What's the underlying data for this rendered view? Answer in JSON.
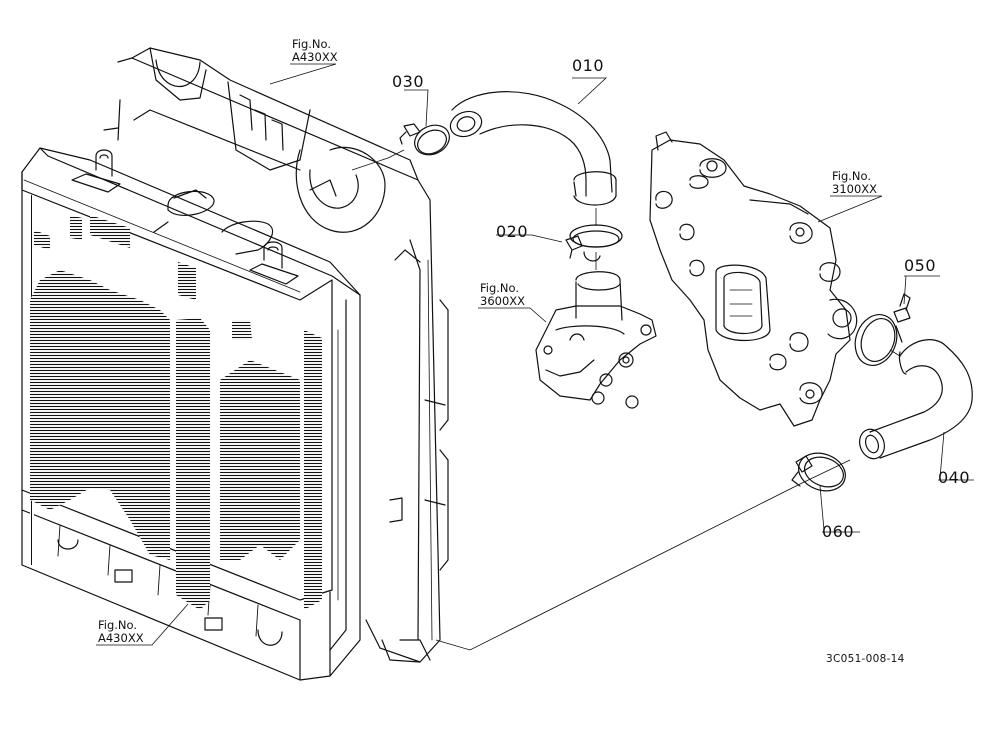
{
  "parts": [
    {
      "id": "010",
      "label": "010"
    },
    {
      "id": "020",
      "label": "020"
    },
    {
      "id": "030",
      "label": "030"
    },
    {
      "id": "040",
      "label": "040"
    },
    {
      "id": "050",
      "label": "050"
    },
    {
      "id": "060",
      "label": "060"
    }
  ],
  "figure_refs": [
    {
      "line1": "Fig.No.",
      "line2": "A430XX"
    },
    {
      "line1": "Fig.No.",
      "line2": "3600XX"
    },
    {
      "line1": "Fig.No.",
      "line2": "3100XX"
    },
    {
      "line1": "Fig.No.",
      "line2": "A430XX"
    }
  ],
  "drawing_code": "3C051-008-14",
  "colors": {
    "ink": "#111111",
    "paper": "#ffffff"
  }
}
